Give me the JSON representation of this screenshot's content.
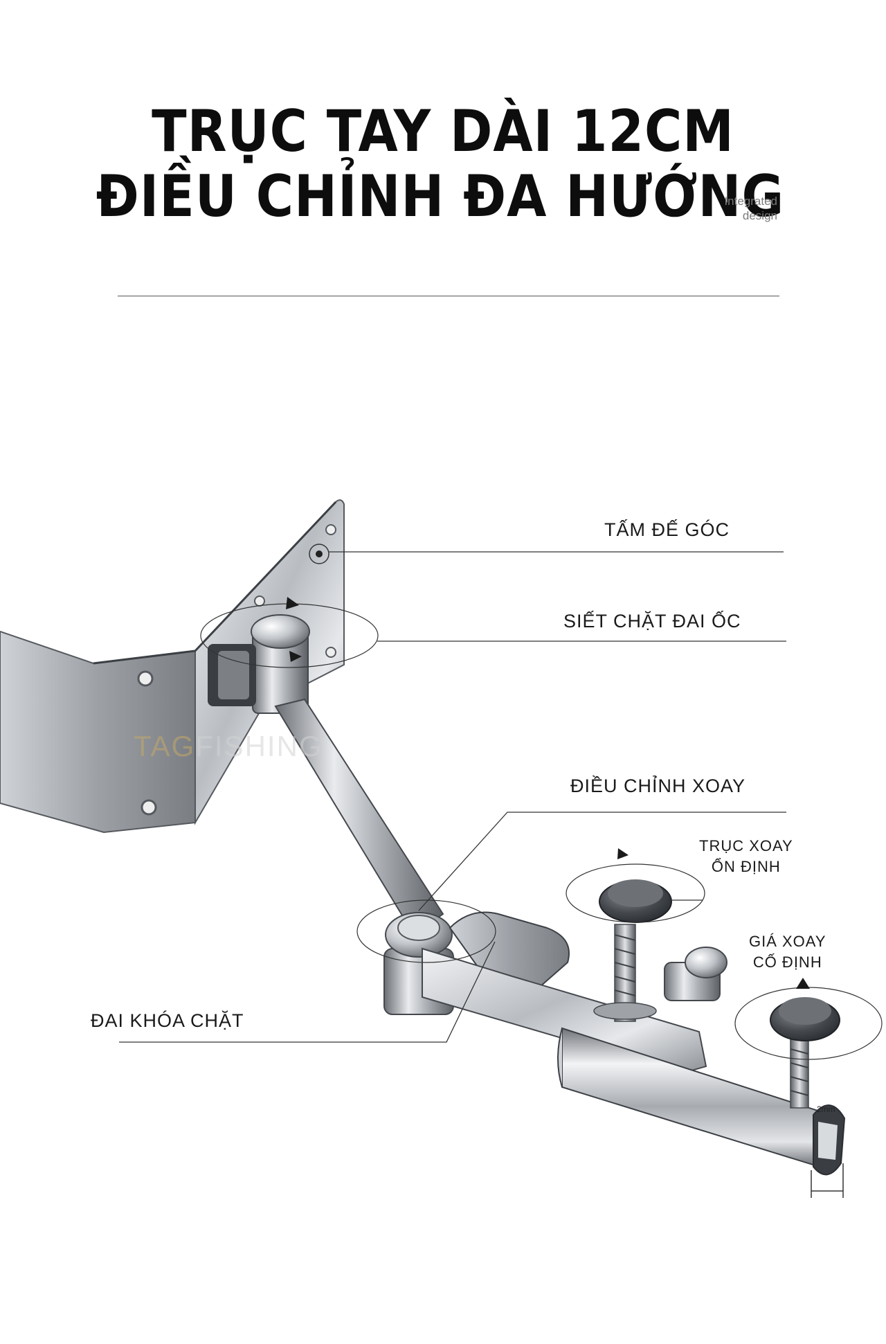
{
  "header": {
    "title_line_1": "TRỤC TAY DÀI 12CM",
    "title_line_2": "ĐIỀU CHỈNH ĐA HƯỚNG",
    "tagline_line_1": "Integrated",
    "tagline_line_2": "design"
  },
  "callouts": {
    "base_plate": "TẤM ĐẾ GÓC",
    "tighten_nut": "SIẾT CHẶT ĐAI ỐC",
    "adjust_rotation": "ĐIỀU CHỈNH XOAY",
    "stable_axis_line_1": "TRỤC XOAY",
    "stable_axis_line_2": "ỔN ĐỊNH",
    "fixed_mount_line_1": "GIÁ XOAY",
    "fixed_mount_line_2": "CỐ ĐỊNH",
    "locking_clamp": "ĐAI KHÓA CHẶT"
  },
  "watermark": {
    "brand_head": "TAG",
    "brand_tail": "FISHING"
  },
  "dimension_mark": "2mm",
  "colors": {
    "text": "#111111",
    "rule": "#555555",
    "callout_line": "#333333",
    "metal_light": "#d9dce0",
    "metal_dark": "#55595e"
  }
}
